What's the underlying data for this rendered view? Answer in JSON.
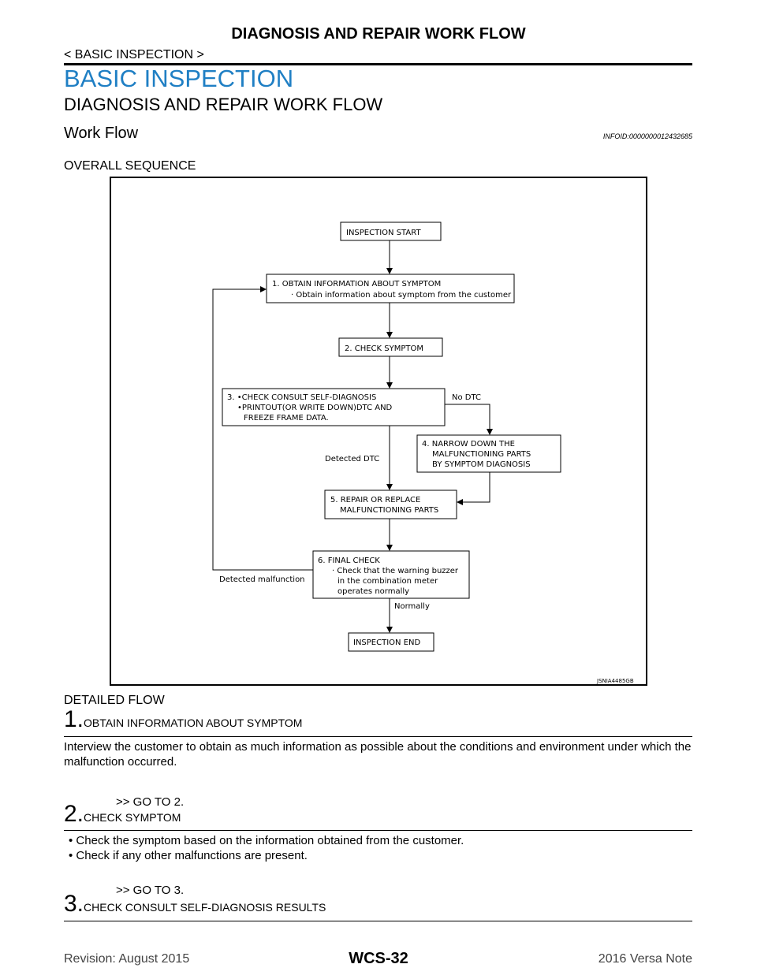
{
  "header": {
    "title": "DIAGNOSIS AND REPAIR WORK FLOW",
    "section": "< BASIC INSPECTION >"
  },
  "section_title": "BASIC INSPECTION",
  "subsection_title": "DIAGNOSIS AND REPAIR WORK FLOW",
  "work_flow": {
    "title": "Work Flow",
    "infoid": "INFOID:0000000012432685"
  },
  "overall_label": "OVERALL SEQUENCE",
  "flowchart": {
    "start": "INSPECTION START",
    "step1": "1. OBTAIN INFORMATION ABOUT SYMPTOM",
    "step1_sub": "· Obtain information about symptom from the customer",
    "step2": "2. CHECK SYMPTOM",
    "step3_l1": "3. •CHECK CONSULT SELF-DIAGNOSIS",
    "step3_l2": "•PRINTOUT(OR WRITE DOWN)DTC AND",
    "step3_l3": "FREEZE FRAME DATA.",
    "no_dtc": "No DTC",
    "detected_dtc": "Detected DTC",
    "step4_l1": "4. NARROW DOWN THE",
    "step4_l2": "MALFUNCTIONING PARTS",
    "step4_l3": "BY SYMPTOM DIAGNOSIS",
    "step5_l1": "5. REPAIR OR REPLACE",
    "step5_l2": "MALFUNCTIONING PARTS",
    "step6_l1": "6. FINAL CHECK",
    "step6_l2": "· Check that the warning buzzer",
    "step6_l3": "in the combination meter",
    "step6_l4": "operates normally",
    "detected_malfunction": "Detected malfunction",
    "normally": "Normally",
    "end": "INSPECTION END",
    "figure_id": "JSNIA4485GB"
  },
  "detailed_label": "DETAILED FLOW",
  "steps": [
    {
      "num": "1.",
      "title": "OBTAIN INFORMATION ABOUT SYMPTOM",
      "body": "Interview the customer to obtain as much information as possible about the conditions and environment under which the malfunction occurred.",
      "goto": ">> GO TO 2."
    },
    {
      "num": "2.",
      "title": "CHECK SYMPTOM",
      "bullets": [
        "Check the symptom based on the information obtained from the customer.",
        "Check if any other malfunctions are present."
      ],
      "goto": ">> GO TO 3."
    },
    {
      "num": "3.",
      "title": "CHECK CONSULT SELF-DIAGNOSIS RESULTS"
    }
  ],
  "footer": {
    "revision": "Revision: August 2015",
    "page": "WCS-32",
    "model": "2016 Versa Note"
  }
}
